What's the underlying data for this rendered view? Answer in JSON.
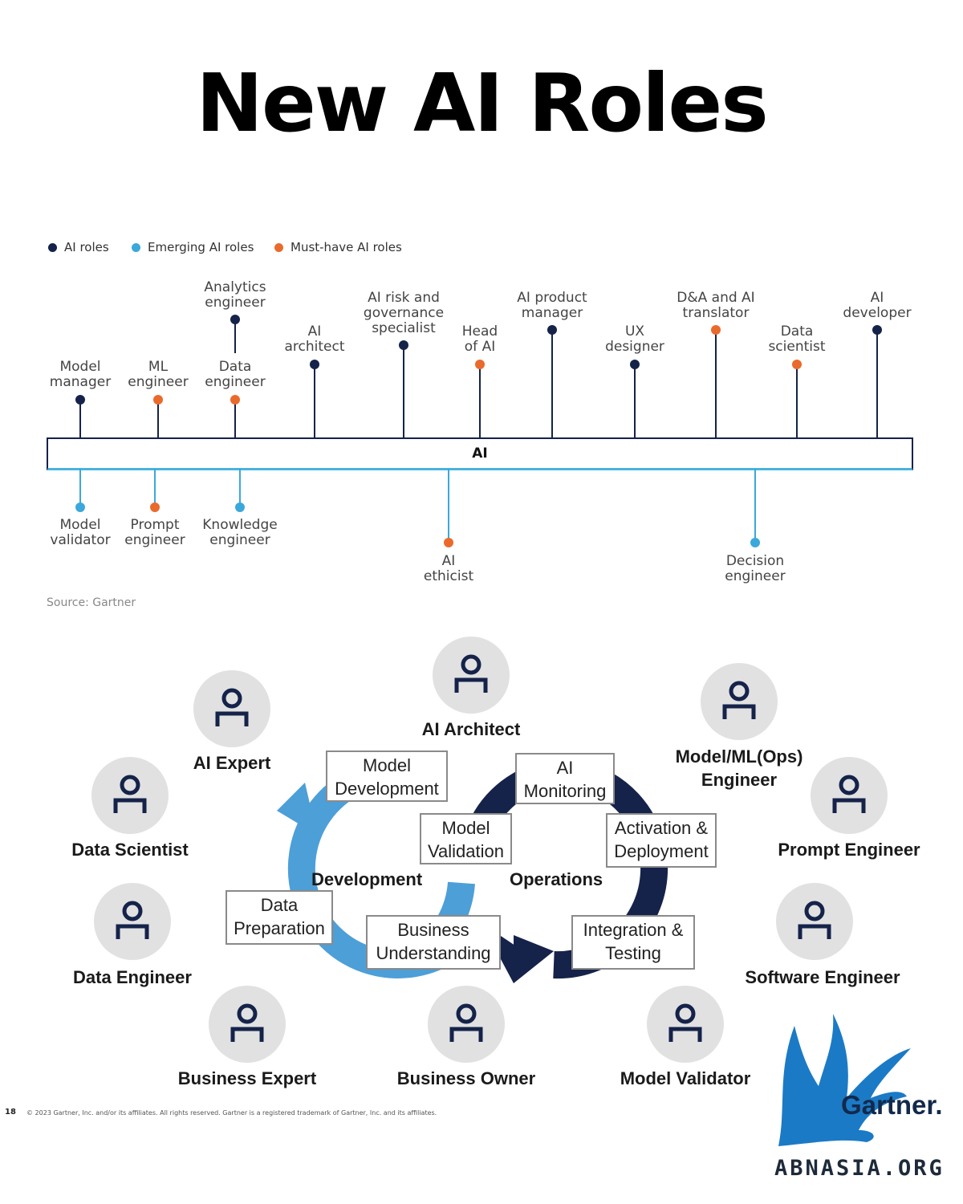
{
  "title": "New AI Roles",
  "legend": [
    {
      "label": "AI roles",
      "color": "#15234a"
    },
    {
      "label": "Emerging AI roles",
      "color": "#3ba8db"
    },
    {
      "label": "Must-have AI roles",
      "color": "#ea6a2c"
    }
  ],
  "timeline": {
    "center_label": "AI",
    "above_roles": [
      {
        "label": "Model manager",
        "type": "AI roles"
      },
      {
        "label": "ML engineer",
        "type": "Must-have AI roles"
      },
      {
        "label": "Data engineer",
        "type": "Must-have AI roles"
      },
      {
        "label": "Analytics engineer",
        "type": "AI roles"
      },
      {
        "label": "AI architect",
        "type": "AI roles"
      },
      {
        "label": "AI risk and governance specialist",
        "type": "AI roles"
      },
      {
        "label": "Head of AI",
        "type": "Must-have AI roles"
      },
      {
        "label": "AI product manager",
        "type": "AI roles"
      },
      {
        "label": "UX designer",
        "type": "AI roles"
      },
      {
        "label": "D&A and AI translator",
        "type": "Must-have AI roles"
      },
      {
        "label": "Data scientist",
        "type": "Must-have AI roles"
      },
      {
        "label": "AI developer",
        "type": "AI roles"
      }
    ],
    "below_roles": [
      {
        "label": "Model validator",
        "type": "Emerging AI roles"
      },
      {
        "label": "Prompt engineer",
        "type": "Must-have AI roles"
      },
      {
        "label": "Knowledge engineer",
        "type": "Emerging AI roles"
      },
      {
        "label": "AI ethicist",
        "type": "Must-have AI roles"
      },
      {
        "label": "Decision engineer",
        "type": "Emerging AI roles"
      }
    ],
    "source": "Source: Gartner"
  },
  "personas": [
    "AI Architect",
    "AI Expert",
    "Model/ML(Ops) Engineer",
    "Data Scientist",
    "Prompt Engineer",
    "Data Engineer",
    "Software Engineer",
    "Business Expert",
    "Business Owner",
    "Model Validator"
  ],
  "cycle": {
    "development_label": "Development",
    "operations_label": "Operations",
    "development_color": "#4d9fd8",
    "operations_color": "#15234a",
    "steps": [
      "Model Development",
      "AI Monitoring",
      "Model Validation",
      "Activation & Deployment",
      "Data Preparation",
      "Business Understanding",
      "Integration & Testing"
    ]
  },
  "footer": {
    "page_number": "18",
    "copyright": "© 2023 Gartner, Inc. and/or its affiliates. All rights reserved. Gartner is a registered trademark of Gartner, Inc. and its affiliates.",
    "logo_text": "Gartner.",
    "site": "ABNASIA.ORG"
  }
}
